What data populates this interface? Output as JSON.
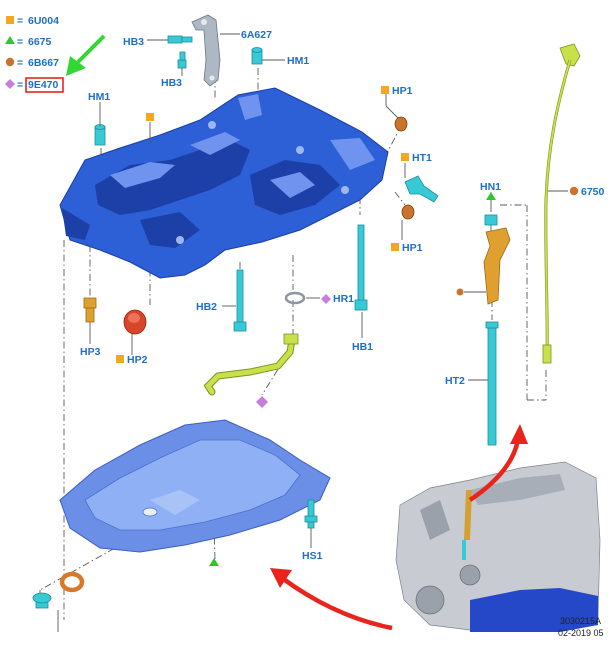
{
  "legend": [
    {
      "code": "6U004",
      "symbol": "square",
      "color": "#f5a623"
    },
    {
      "code": "6675",
      "symbol": "triangle",
      "color": "#2ec82e"
    },
    {
      "code": "6B667",
      "symbol": "circle",
      "color": "#c8742e"
    },
    {
      "code": "9E470",
      "symbol": "diamond",
      "color": "#c77ddb",
      "highlighted": true
    }
  ],
  "legend_separator": "=",
  "labels": {
    "hb3_top": "HB3",
    "hb3_bottom": "HB3",
    "part_6a627": "6A627",
    "hm1_top": "HM1",
    "hm1_left": "HM1",
    "hp1_top": "HP1",
    "ht1": "HT1",
    "hp1_mid": "HP1",
    "hn1": "HN1",
    "part_6750": "6750",
    "hr1": "HR1",
    "hb2": "HB2",
    "hb1": "HB1",
    "hp3": "HP3",
    "hp2": "HP2",
    "ht2": "HT2",
    "hs1": "HS1"
  },
  "footer": {
    "figure_id": "3030215A",
    "date": "02-2019 05"
  },
  "colors": {
    "label_blue": "#1f6fc6",
    "arrow_red": "#e8241c",
    "arrow_green": "#33d633",
    "highlight_box": "#e8241c"
  }
}
